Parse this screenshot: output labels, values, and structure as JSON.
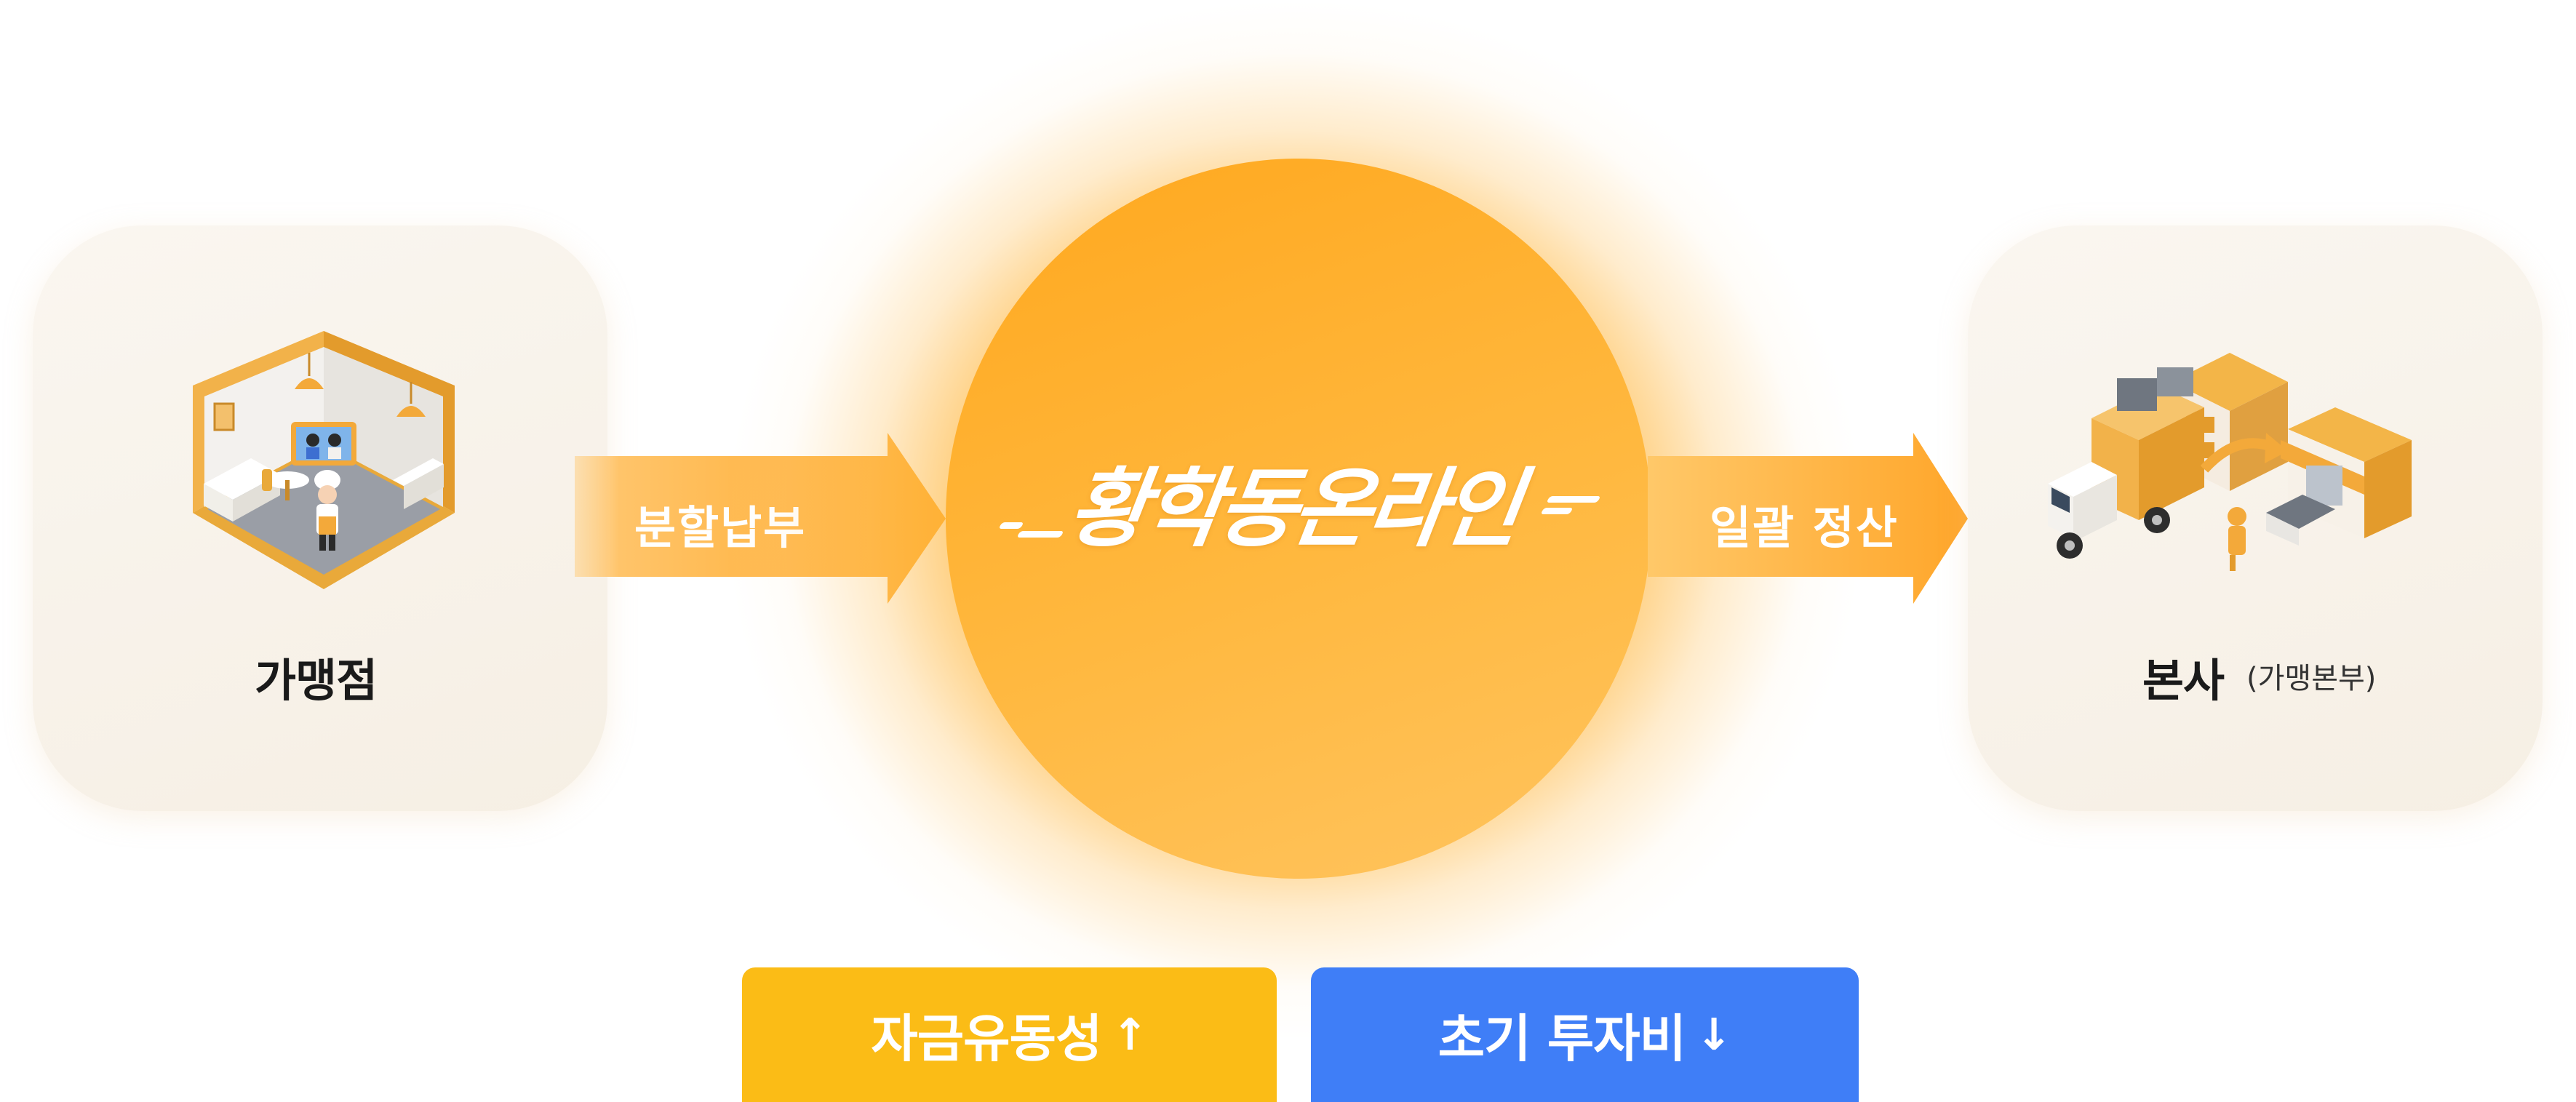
{
  "left_card": {
    "label": "가맹점",
    "illustration": "franchise-store-room-illustration"
  },
  "right_card": {
    "label": "본사",
    "sublabel": "(가맹본부)",
    "illustration": "headquarters-delivery-illustration"
  },
  "left_arrow": {
    "text": "분할납부"
  },
  "right_arrow": {
    "text": "일괄 정산"
  },
  "center": {
    "title": "황학동온라인"
  },
  "buttons": {
    "liquidity": {
      "label": "자금유동성",
      "arrow": "↑"
    },
    "investment": {
      "label": "초기 투자비",
      "arrow": "↓"
    }
  },
  "colors": {
    "accent_orange": "#ffad2a",
    "button_yellow": "#fbbc16",
    "button_blue": "#3f7ef7",
    "card_bg": "#f7f0e6"
  }
}
